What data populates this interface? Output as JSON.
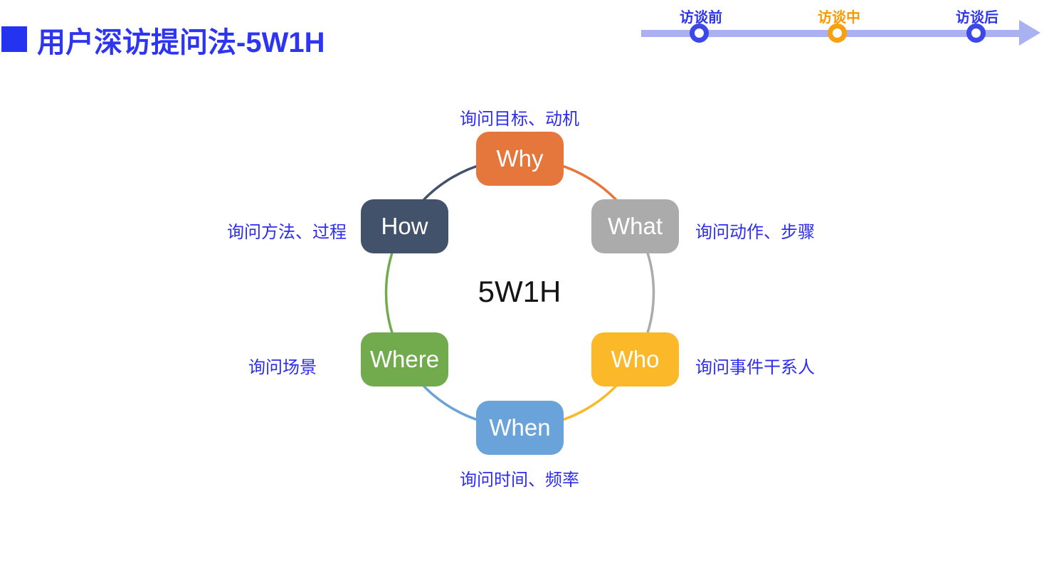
{
  "header": {
    "title": "用户深访提问法-5W1H",
    "title_color": "#2E35F0",
    "accent_color": "#2433F0"
  },
  "timeline": {
    "bar_color": "#A9B1F1",
    "stages": [
      {
        "label": "访谈前",
        "label_color": "#2E35F0",
        "ring_color": "#3C49E8"
      },
      {
        "label": "访谈中",
        "label_color": "#FF9800",
        "ring_color": "#F9A00D"
      },
      {
        "label": "访谈后",
        "label_color": "#2E35F0",
        "ring_color": "#3C49E8"
      }
    ]
  },
  "diagram": {
    "center_label": "5W1H",
    "center_label_color": "#141414",
    "annotation_color": "#2D2DF2",
    "nodes": [
      {
        "id": "why",
        "label": "Why",
        "color": "#E5763C",
        "annotation": "询问目标、动机",
        "position": "top"
      },
      {
        "id": "what",
        "label": "What",
        "color": "#ABABAB",
        "annotation": "询问动作、步骤",
        "position": "upper-right"
      },
      {
        "id": "who",
        "label": "Who",
        "color": "#FBB829",
        "annotation": "询问事件干系人",
        "position": "lower-right"
      },
      {
        "id": "when",
        "label": "When",
        "color": "#69A3D9",
        "annotation": "询问时间、频率",
        "position": "bottom"
      },
      {
        "id": "where",
        "label": "Where",
        "color": "#71AB4D",
        "annotation": "询问场景",
        "position": "lower-left"
      },
      {
        "id": "how",
        "label": "How",
        "color": "#43526B",
        "annotation": "询问方法、过程",
        "position": "upper-left"
      }
    ]
  }
}
